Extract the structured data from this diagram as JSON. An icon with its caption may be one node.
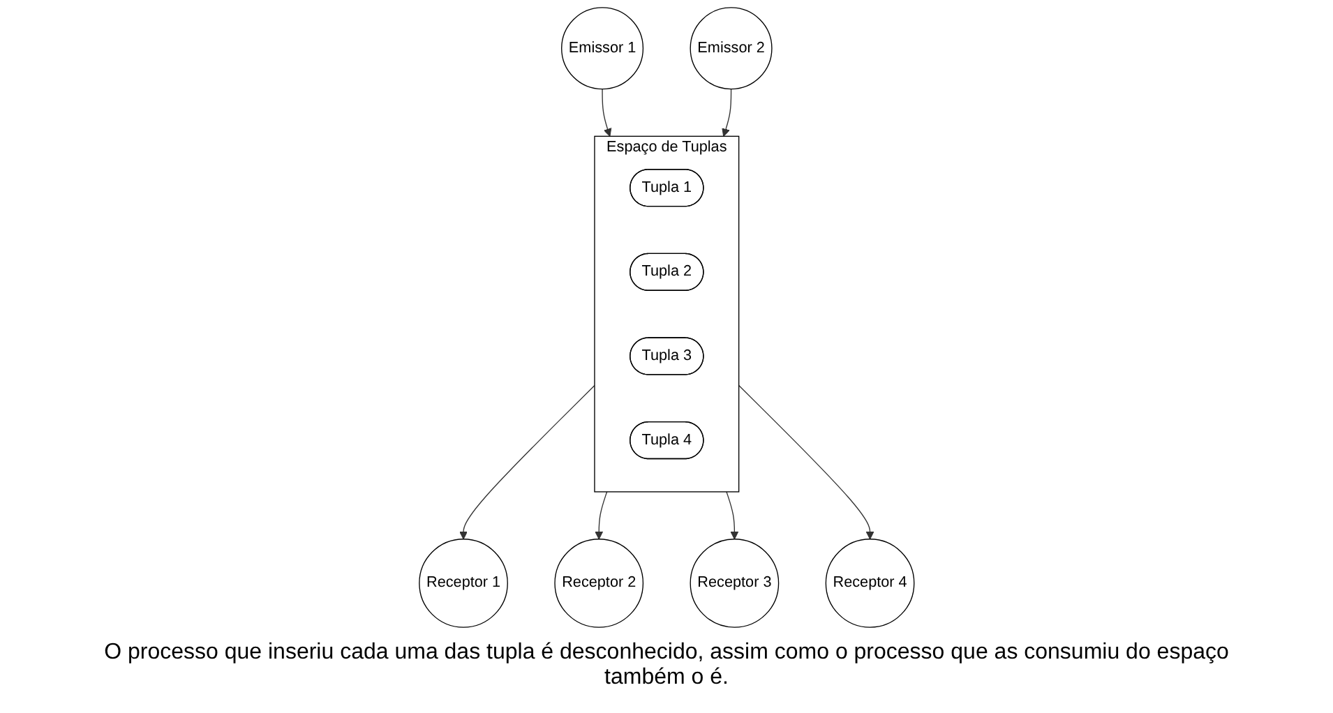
{
  "diagram": {
    "caption": "O processo que inseriu cada uma das tupla é desconhecido, assim como o processo que as consumiu do espaço também o é.",
    "nodes": [
      {
        "text": [
          "Espaço de Tuplas"
        ]
      },
      {
        "text": [
          "Tupla 1"
        ],
        "in": 0
      },
      {
        "text": [
          "Tupla 2"
        ],
        "in": 0
      },
      {
        "text": [
          "Tupla 3"
        ],
        "in": 0
      },
      {
        "text": [
          "Tupla 4"
        ],
        "in": 0
      },
      {
        "text": [
          "Emissor 1"
        ]
      },
      {
        "text": [
          "Emissor 2"
        ]
      },
      {
        "text": [
          "Receptor 1"
        ]
      },
      {
        "text": [
          "Receptor 2"
        ]
      },
      {
        "text": [
          "Receptor 3"
        ]
      },
      {
        "text": [
          "Receptor 4"
        ]
      }
    ],
    "edges": [
      {
        "from": 5,
        "to": 0,
        "arrow": "to"
      },
      {
        "from": 6,
        "to": 0,
        "arrow": "to"
      },
      {
        "from": 0,
        "to": 7,
        "arrow": "to"
      },
      {
        "from": 0,
        "to": 8,
        "arrow": "to"
      },
      {
        "from": 0,
        "to": 9,
        "arrow": "to"
      },
      {
        "from": 0,
        "to": 10,
        "arrow": "to"
      }
    ]
  }
}
